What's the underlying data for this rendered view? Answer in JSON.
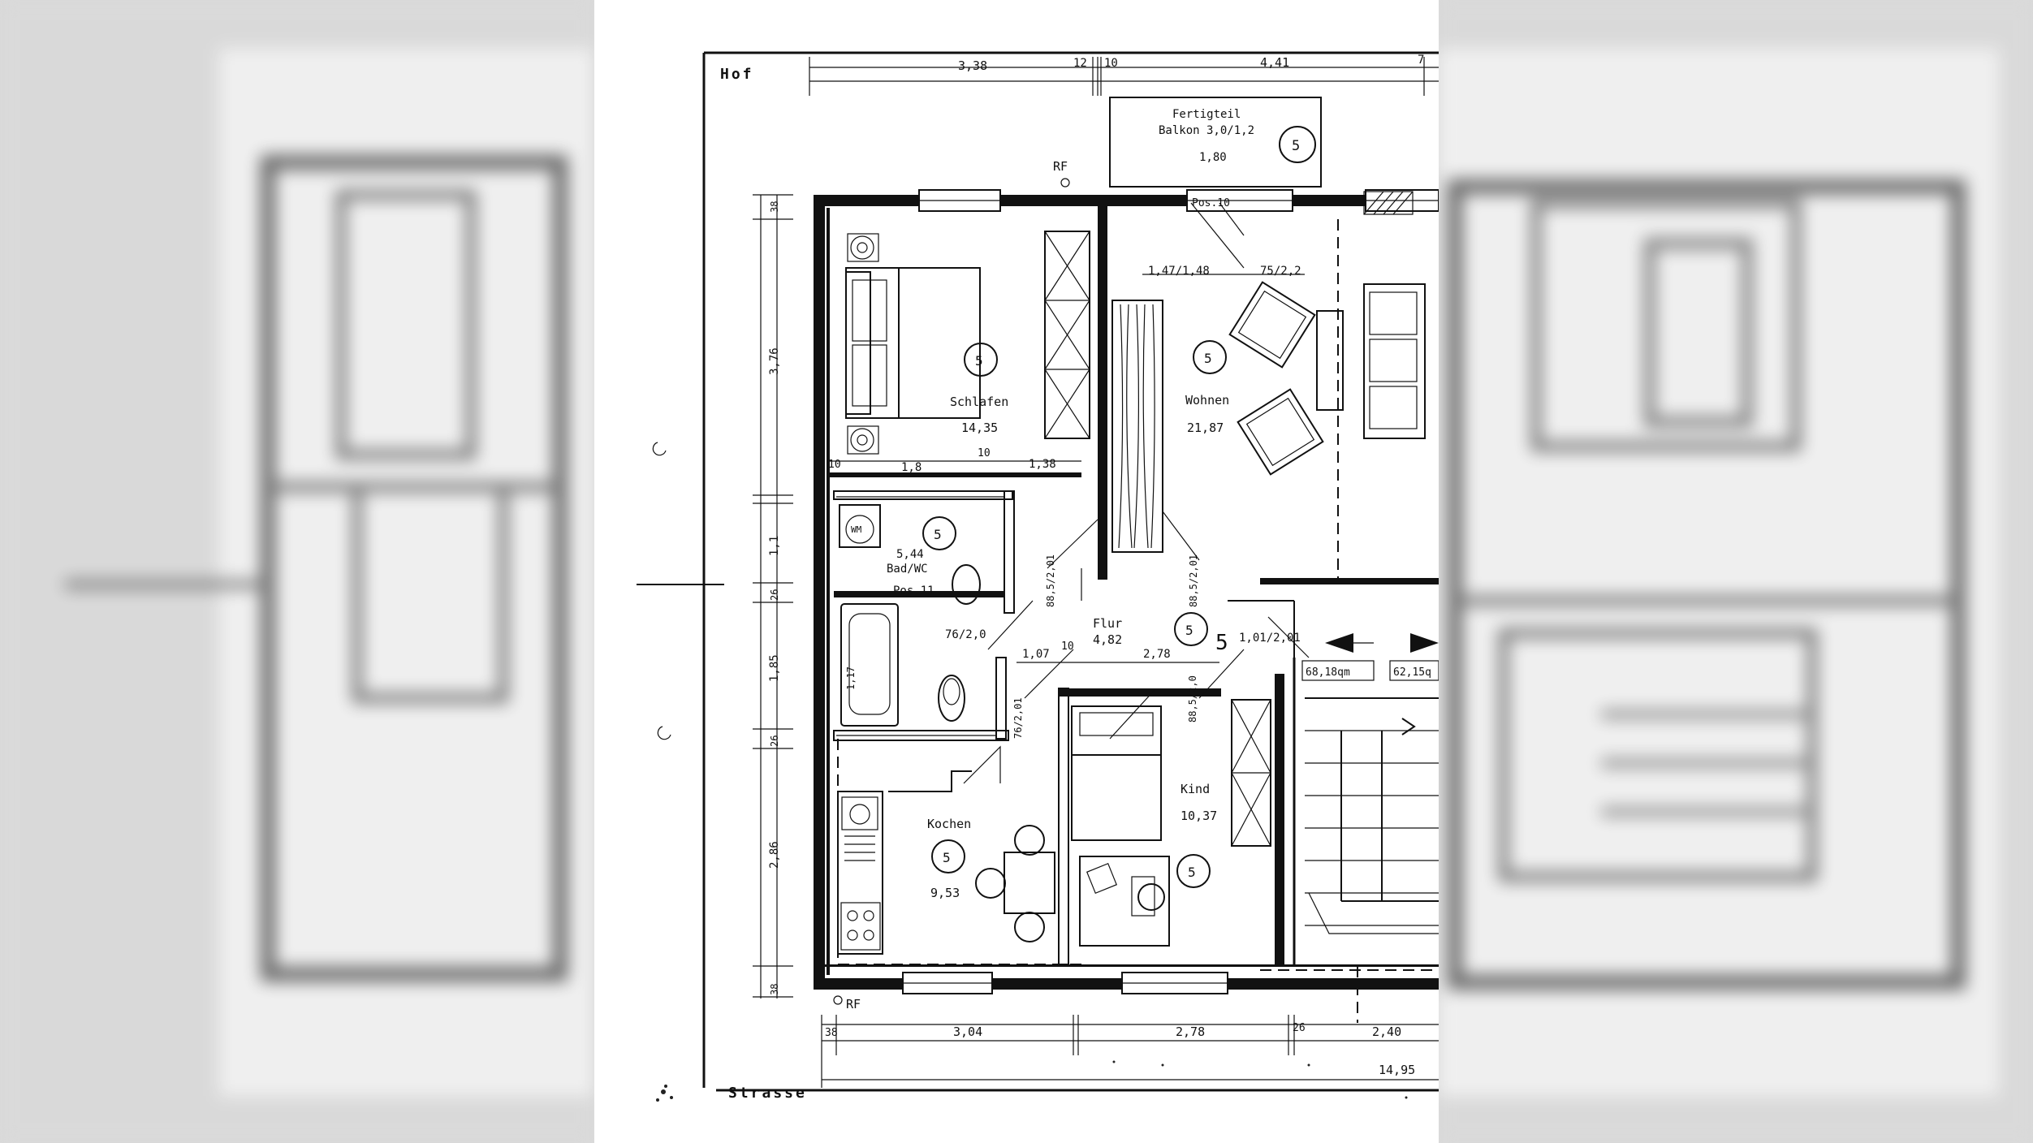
{
  "labels": {
    "hof": "Hof",
    "strasse": "Strasse",
    "rf_top": "RF",
    "rf_bottom": "RF",
    "balcony_line1": "Fertigteil",
    "balcony_line2": "Balkon 3,0/1,2",
    "balcony_dim": "1,80",
    "pos10": "Pos.10",
    "pos11": "Pos.11",
    "wm": "WM",
    "staircase_5": "5"
  },
  "rooms": [
    {
      "key": "schlafen",
      "name": "Schlafen",
      "area": "14,35",
      "marker": "5"
    },
    {
      "key": "wohnen",
      "name": "Wohnen",
      "area": "21,87",
      "marker": "5"
    },
    {
      "key": "bad",
      "name": "Bad/WC",
      "area": "5,44",
      "marker": "5"
    },
    {
      "key": "flur",
      "name": "Flur",
      "area": "4,82",
      "marker": "5"
    },
    {
      "key": "kochen",
      "name": "Kochen",
      "area": "9,53",
      "marker": "5"
    },
    {
      "key": "kind",
      "name": "Kind",
      "area": "10,37",
      "marker": "5"
    }
  ],
  "marker_balcony": "5",
  "marker_kind_lower": "5",
  "dimensions": {
    "top": [
      "3,38",
      "12",
      "10",
      "4,41",
      "7"
    ],
    "bottom": [
      "38",
      "3,04",
      "2,78",
      "26",
      "2,40"
    ],
    "overall": "14,95",
    "left": [
      "38",
      "3,76",
      "1,1",
      "26",
      "1,85",
      "26",
      "2,86",
      "38"
    ],
    "inner_h": [
      "10",
      "1,8",
      "10",
      "1,38"
    ],
    "flur_h": [
      "1,07",
      "10",
      "2,78"
    ],
    "openings": [
      "1,47/1,48",
      "75/2,2",
      "88,5/2,01",
      "88,5/2,01",
      "76/2,0",
      "76/2,01",
      "88,5/2,0",
      "1,01/2,01",
      "1,17"
    ]
  },
  "area_tags": [
    "68,18qm",
    "62,15q"
  ]
}
